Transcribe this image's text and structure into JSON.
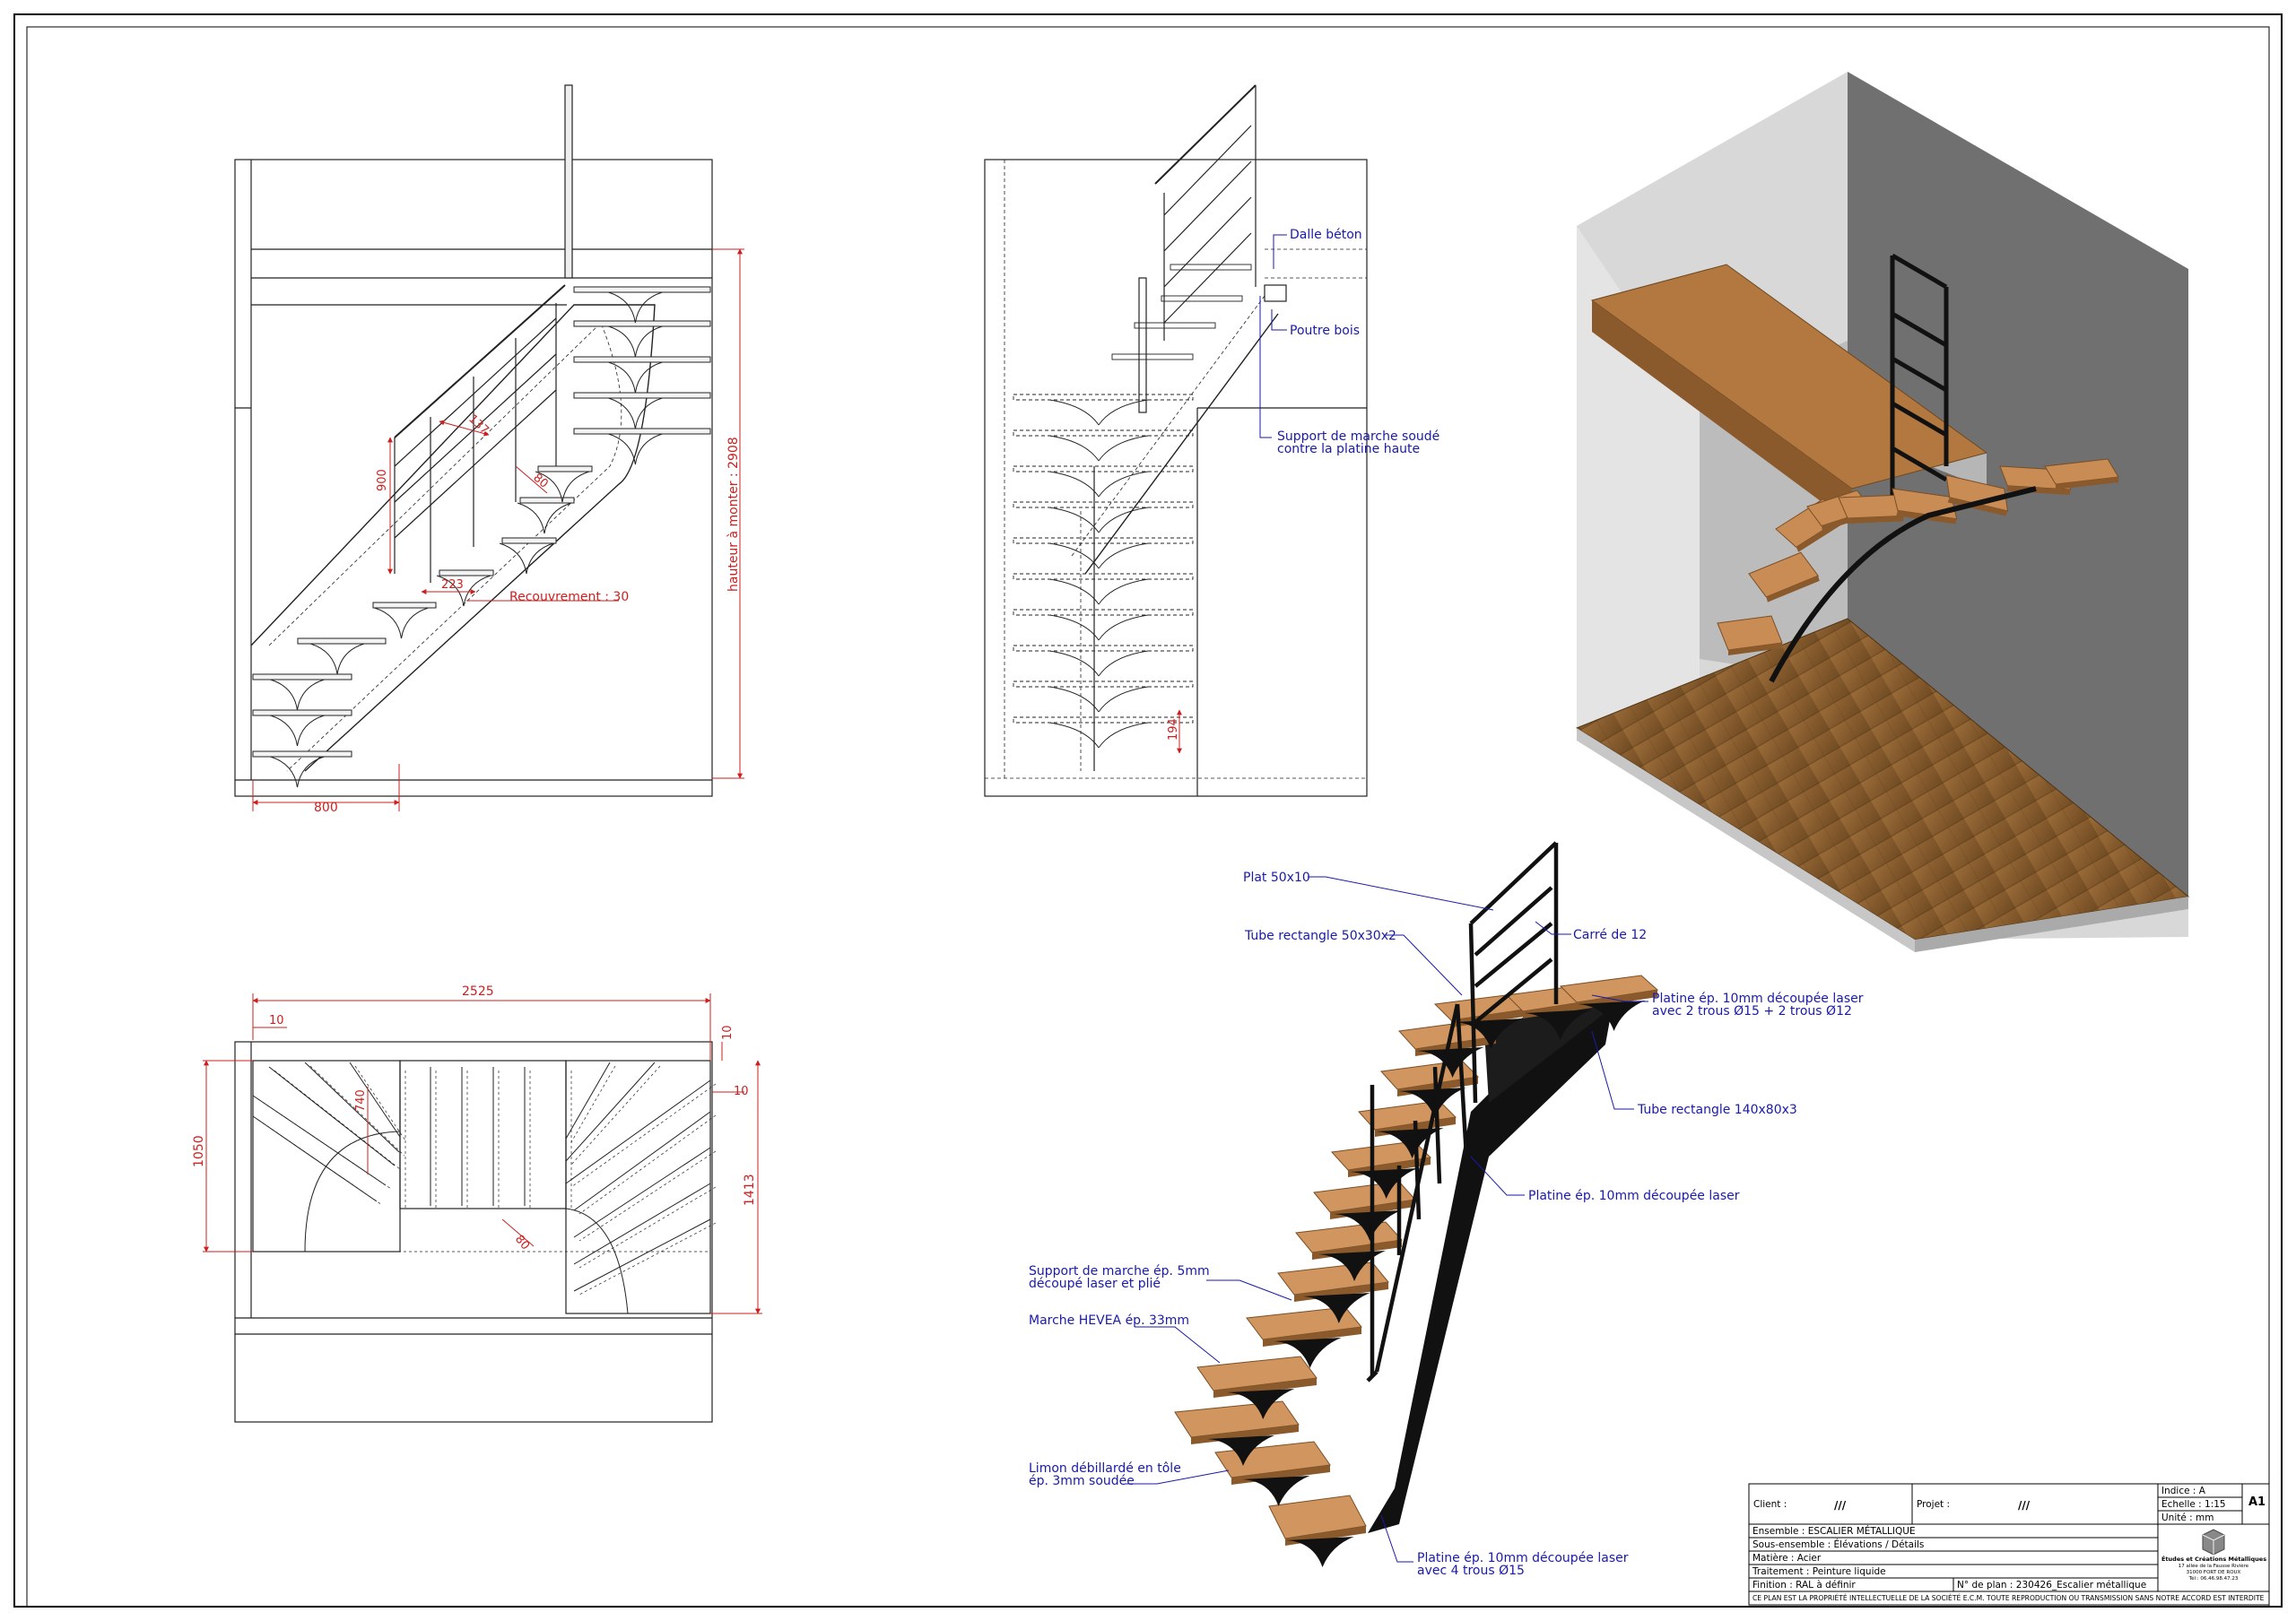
{
  "colors": {
    "line": "#222222",
    "dim": "#cc1f1f",
    "annotation": "#1a1aa8",
    "wood": "#c98c55",
    "wood_dark": "#a86a38",
    "floor": "#8c6233",
    "wall": "#dcdcdc",
    "wall_dark": "#6e6e6e",
    "steel": "#111111"
  },
  "elevation_left": {
    "dims": {
      "stringer": "137",
      "rise": "900",
      "tread_angle": "80",
      "tread": "223",
      "overlap": "Recouvrement : 30",
      "height": "hauteur à monter : 2908",
      "width": "800"
    }
  },
  "elevation_right": {
    "dims": {
      "rise_low": "194"
    },
    "callouts": {
      "slab": "Dalle béton",
      "beam": "Poutre bois",
      "support_l1": "Support de marche soudé",
      "support_l2": "contre la platine haute"
    }
  },
  "plan_view": {
    "dims": {
      "total": "2525",
      "offset_left": "10",
      "offset_top": "10",
      "offset_right": "10",
      "depth": "1050",
      "radius": "740",
      "depth_right": "1413",
      "angle": "80"
    }
  },
  "isometric": {
    "callouts": {
      "flat": "Plat 50x10",
      "rect_tube": "Tube rectangle 50x30x2",
      "square": "Carré de 12",
      "plate_holes_l1": "Platine ép. 10mm découpée laser",
      "plate_holes_l2": "avec 2 trous Ø15 + 2 trous Ø12",
      "tube_140": "Tube rectangle 140x80x3",
      "plate_laser": "Platine ép. 10mm découpée laser",
      "step_support_l1": "Support de marche ép. 5mm",
      "step_support_l2": "découpé laser et plié",
      "tread": "Marche HEVEA ép. 33mm",
      "stringer_l1": "Limon débillardé en tôle",
      "stringer_l2": "ép. 3mm soudée",
      "base_plate_l1": "Platine ép. 10mm découpée laser",
      "base_plate_l2": "avec 4 trous Ø15"
    }
  },
  "title_block": {
    "client_label": "Client :",
    "client_value": "///",
    "project_label": "Projet :",
    "project_value": "///",
    "ensemble": "Ensemble : ESCALIER MÉTALLIQUE",
    "sous_ensemble": "Sous-ensemble : Élévations / Détails",
    "matiere": "Matière : Acier",
    "traitement": "Traitement : Peinture liquide",
    "finition": "Finition : RAL à définir",
    "plan_no": "N° de plan : 230426_Escalier métallique",
    "indice": "Indice : A",
    "echelle": "Echelle : 1:15",
    "unite": "Unité : mm",
    "format": "A1",
    "company": "Études et Créations Métalliques",
    "address_1": "17 allée de la Fausse Rivière",
    "address_2": "31000 FORT DE ROUX",
    "phone": "Tél : 06.46.98.47.23",
    "footer": "CE PLAN EST LA PROPRIÉTÉ INTELLECTUELLE DE LA SOCIÉTÉ E.C.M. TOUTE REPRODUCTION OU TRANSMISSION SANS NOTRE ACCORD EST INTERDITE"
  }
}
